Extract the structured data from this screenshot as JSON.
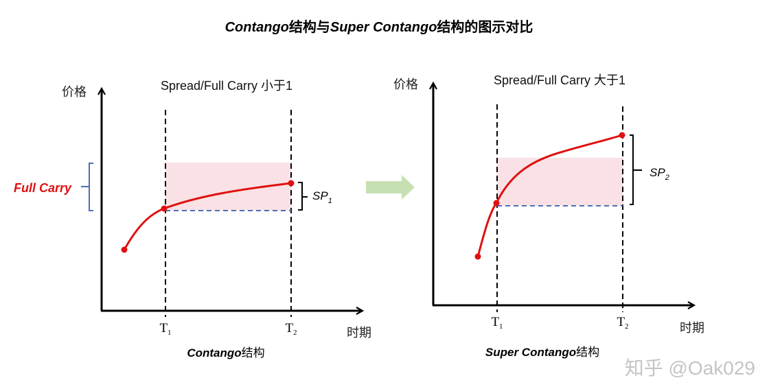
{
  "title": {
    "part1": "Contango",
    "part2": "结构与",
    "part3": "Super Contango",
    "part4": "结构的图示对比"
  },
  "colors": {
    "curve": "#e01010",
    "shade": "#f9e1e5",
    "baseline": "#4a6fb5",
    "arrow": "#c6e0b4",
    "full_carry": "#e01010"
  },
  "left_panel": {
    "header": "Spread/Full Carry 小于1",
    "y_axis_label": "价格",
    "x_axis_label": "时期",
    "t1": "T",
    "t1_sub": "1",
    "t2": "T",
    "t2_sub": "2",
    "bracket_label": "SP",
    "bracket_sub": "1",
    "full_carry_label": "Full Carry",
    "caption_latin": "Contango",
    "caption_cjk": "结构"
  },
  "transition_arrow": "right-arrow-icon",
  "right_panel": {
    "header": "Spread/Full Carry 大于1",
    "y_axis_label": "价格",
    "x_axis_label": "时期",
    "t1": "T",
    "t1_sub": "1",
    "t2": "T",
    "t2_sub": "2",
    "bracket_label": "SP",
    "bracket_sub": "2",
    "caption_latin": "Super Contango",
    "caption_cjk": "结构"
  },
  "watermark": "知乎 @Oak029"
}
